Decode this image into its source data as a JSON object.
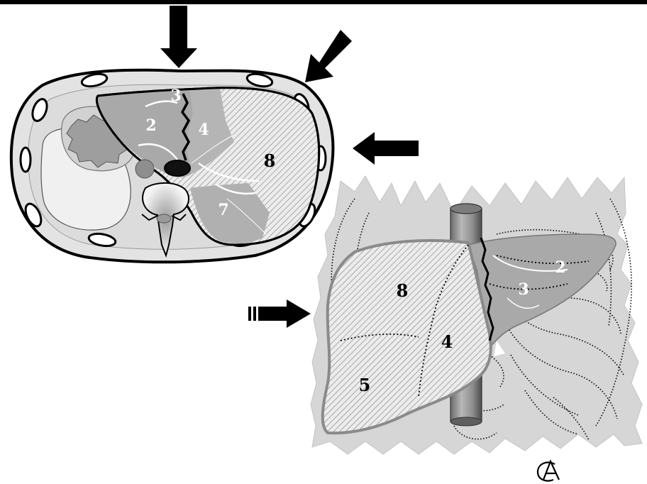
{
  "figure": {
    "axial_section": {
      "segment_labels": {
        "s3": "3",
        "s2": "2",
        "s4": "4",
        "s8": "8",
        "s7": "7"
      }
    },
    "frontal_view": {
      "segment_labels": {
        "s2": "2",
        "s3": "3",
        "s8": "8",
        "s4": "4",
        "s5": "5"
      }
    },
    "signature": "CA",
    "colors": {
      "liver_left_lobe": "#a9a9a9",
      "body_fill": "#dedede",
      "background_fill": "#d6d6d6",
      "arrow": "#000000"
    }
  }
}
